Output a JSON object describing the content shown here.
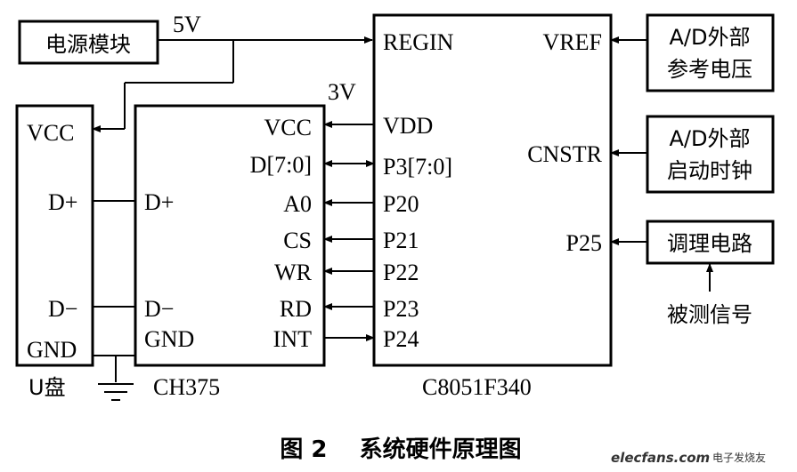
{
  "power_module": {
    "label": "电源模块",
    "voltage_5v": "5V"
  },
  "usb_disk": {
    "name": "U盘",
    "pins": [
      "VCC",
      "D+",
      "D−",
      "GND"
    ]
  },
  "ch375": {
    "name": "CH375",
    "left_pins": [
      "D+",
      "D−",
      "GND"
    ],
    "right_pins": [
      "VCC",
      "D[7:0]",
      "A0",
      "CS",
      "WR",
      "RD",
      "INT"
    ]
  },
  "mcu": {
    "name": "C8051F340",
    "left_pins": [
      "REGIN",
      "VDD",
      "P3[7:0]",
      "P20",
      "P21",
      "P22",
      "P23",
      "P24"
    ],
    "right_pins": [
      "VREF",
      "CNSTR",
      "P25"
    ],
    "voltage_3v": "3V"
  },
  "ext_ref": {
    "line1": "A/D外部",
    "line2": "参考电压"
  },
  "ext_clock": {
    "line1": "A/D外部",
    "line2": "启动时钟"
  },
  "conditioning": {
    "label": "调理电路",
    "signal": "被测信号"
  },
  "caption": "图 2    系统硬件原理图",
  "watermark": {
    "site": "elecfans.com",
    "tagline": "电子发烧友"
  }
}
